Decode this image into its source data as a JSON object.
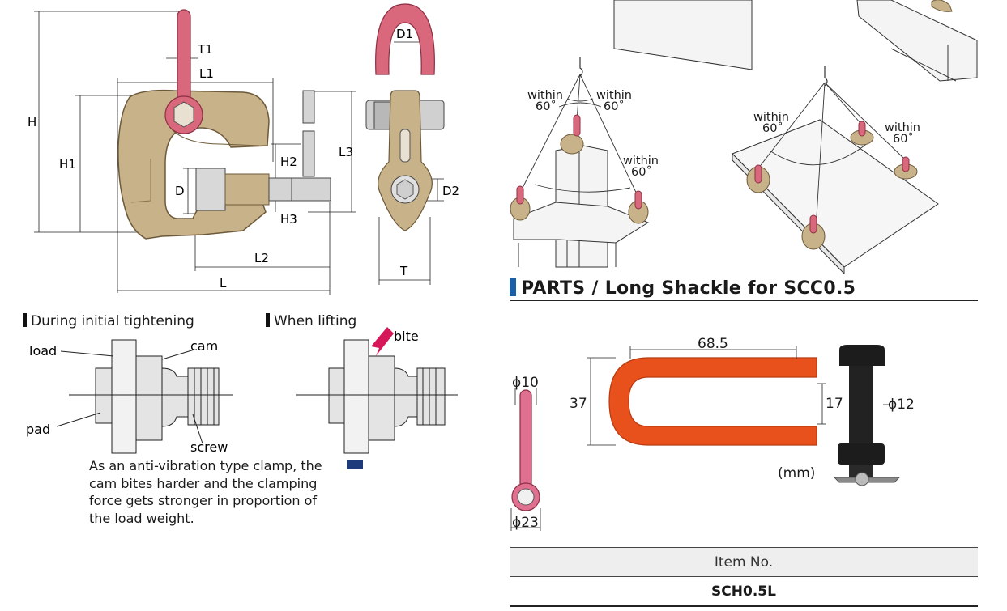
{
  "clamp_dims": {
    "H": "H",
    "H1": "H1",
    "H2": "H2",
    "H3": "H3",
    "T1": "T1",
    "L1": "L1",
    "L2": "L2",
    "L3": "L3",
    "L": "L",
    "D": "D",
    "D1": "D1",
    "D2": "D2",
    "T": "T"
  },
  "tightening": {
    "title": "During initial tightening",
    "labels": {
      "load": "load",
      "cam": "cam",
      "pad": "pad",
      "screw": "screw"
    }
  },
  "lifting": {
    "title": "When lifting",
    "bite": "bite"
  },
  "note": [
    "As an anti-vibration type clamp, the",
    "cam bites harder and the clamping",
    "force gets stronger in proportion of",
    "the load weight."
  ],
  "sling_angles": {
    "within": "within",
    "angle": "60˚"
  },
  "parts": {
    "title": "PARTS / Long Shackle for SCC0.5",
    "dims": {
      "phi10": "ϕ10",
      "phi23": "ϕ23",
      "w": "68.5",
      "h": "37",
      "gap": "17",
      "phi12": "ϕ12",
      "unit": "(mm)"
    },
    "table": {
      "header": "Item No.",
      "value": "SCH0.5L"
    }
  },
  "colors": {
    "shackle_red": "#d9687c",
    "clamp_body": "#c8b28a",
    "long_shackle": "#e8501c",
    "accent_blue": "#1b5fa8",
    "arrow_pink": "#d6185a",
    "arrow_navy": "#1f3a7a"
  }
}
